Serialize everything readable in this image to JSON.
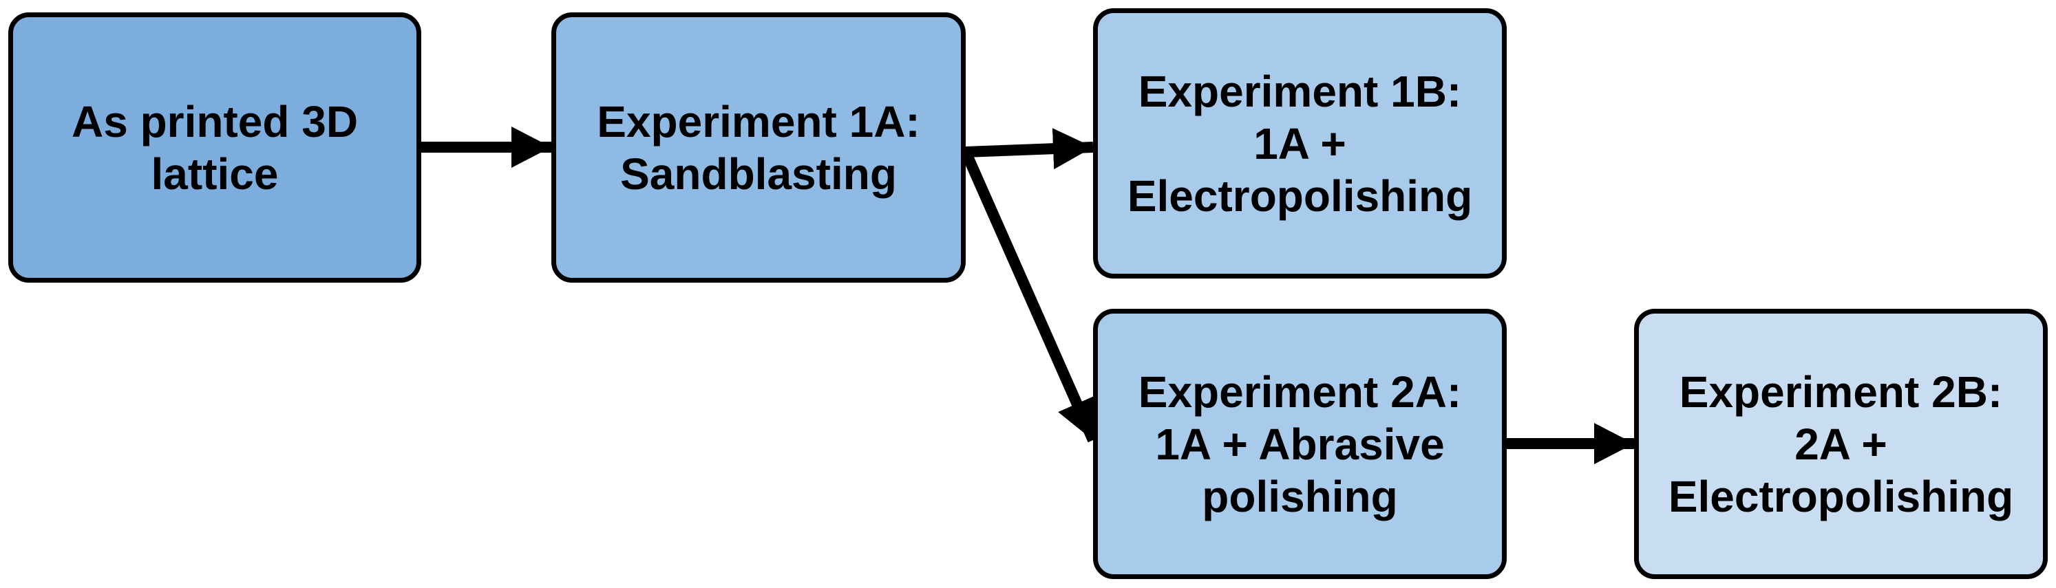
{
  "nodes": {
    "printed": {
      "lines": [
        "As printed 3D",
        "lattice"
      ],
      "fill": "#7daddd"
    },
    "exp1a": {
      "lines": [
        "Experiment 1A:",
        "Sandblasting"
      ],
      "fill": "#8ebae3"
    },
    "exp1b": {
      "lines": [
        "Experiment 1B:",
        "1A +",
        "Electropolishing"
      ],
      "fill": "#a9cbeb"
    },
    "exp2a": {
      "lines": [
        "Experiment 2A:",
        "1A + Abrasive",
        "polishing"
      ],
      "fill": "#a9cbeb"
    },
    "exp2b": {
      "lines": [
        "Experiment 2B:",
        "2A +",
        "Electropolishing"
      ],
      "fill": "#c8ddf2"
    }
  },
  "edges": [
    {
      "from": "As printed 3D lattice",
      "to": "Experiment 1A"
    },
    {
      "from": "Experiment 1A",
      "to": "Experiment 1B"
    },
    {
      "from": "Experiment 1A",
      "to": "Experiment 2A"
    },
    {
      "from": "Experiment 2A",
      "to": "Experiment 2B"
    }
  ],
  "colors": {
    "stroke": "#000000",
    "text": "#000000",
    "background": "#ffffff"
  }
}
